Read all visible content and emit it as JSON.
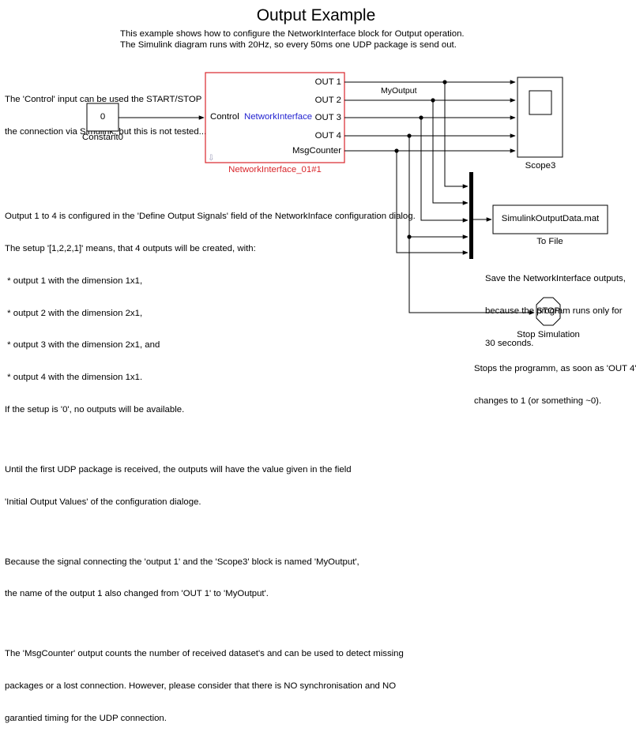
{
  "title": "Output Example",
  "intro": [
    "This example shows how to configure the NetworkInterface block for Output operation.",
    "The Simulink diagram runs with 20Hz, so every 50ms one UDP package is send out."
  ],
  "control_note": [
    "The 'Control' input can be used the START/STOP",
    "the connection via Simulink, but this is not tested..."
  ],
  "constant": {
    "value": "0",
    "name": "Constant0"
  },
  "network_block": {
    "center_label": "NetworkInterface",
    "input_port": "Control",
    "output_ports": [
      "OUT 1",
      "OUT 2",
      "OUT 3",
      "OUT 4",
      "MsgCounter"
    ],
    "name": "NetworkInterface_01#1"
  },
  "signal_name": "MyOutput",
  "scope": {
    "name": "Scope3"
  },
  "to_file": {
    "filename": "SimulinkOutputData.mat",
    "name": "To File"
  },
  "stop": {
    "label": "STOP",
    "name": "Stop Simulation"
  },
  "notes": [
    "Output 1 to 4 is configured in the 'Define Output Signals' field of the NetworkInface configuration dialog.",
    "The setup '[1,2,2,1]' means, that 4 outputs will be created, with:",
    " * output 1 with the dimension 1x1,",
    " * output 2 with the dimension 2x1,",
    " * output 3 with the dimension 2x1, and",
    " * output 4 with the dimension 1x1.",
    "If the setup is '0', no outputs will be available.",
    "",
    "Until the first UDP package is received, the outputs will have the value given in the field",
    "'Initial Output Values' of the configuration dialoge.",
    "",
    "Because the signal connecting the 'output 1' and the 'Scope3' block is named 'MyOutput',",
    "the name of the output 1 also changed from 'OUT 1' to 'MyOutput'.",
    "",
    "The 'MsgCounter' output counts the number of received dataset's and can be used to detect missing",
    "packages or a lost connection. However, please consider that there is NO synchronisation and NO",
    "garantied timing for the UDP connection."
  ],
  "save_note": [
    "Save the NetworkInterface outputs,",
    "because the program runs only for",
    "30 seconds."
  ],
  "stop_note": [
    "Stops the programm, as soon as 'OUT 4'",
    "changes to 1 (or something ~0)."
  ],
  "colors": {
    "block_border_red": "#d9262b",
    "block_text_blue": "#1f1fcf",
    "block_name_red": "#d9262b",
    "wire": "#000000"
  }
}
